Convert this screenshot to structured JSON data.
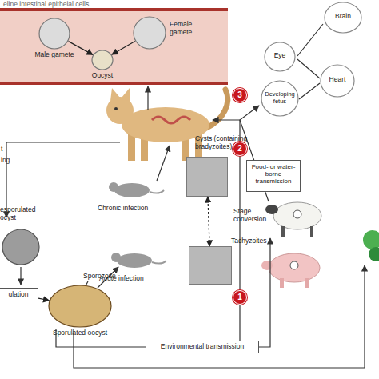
{
  "diagram": {
    "nodes": [
      {
        "text": [
          "eline intestinal epitheial cells"
        ]
      },
      {
        "text": [
          "Male gamete"
        ],
        "in": 0
      },
      {
        "text": [
          "Female gamete"
        ],
        "in": 0
      },
      {
        "text": [
          "Oocyst"
        ],
        "in": 0
      },
      {
        "text": [
          "Brain"
        ]
      },
      {
        "text": [
          "Eye"
        ]
      },
      {
        "text": [
          "Heart"
        ]
      },
      {
        "text": [
          "Developing fetus"
        ]
      },
      {
        "text": [
          "Cysts (containing bradyzoites)"
        ]
      },
      {
        "text": [
          "Food- or water-borne transmission"
        ]
      },
      {
        "text": [
          "esporulated ocyst"
        ]
      },
      {
        "text": [
          "Tachyzoites"
        ]
      },
      {
        "text": [
          "ulation"
        ]
      },
      {
        "text": [
          "Sporulated oocyst"
        ]
      },
      {
        "text": [
          "Environmental transmission"
        ]
      }
    ],
    "edges": [
      {
        "from": 1,
        "to": 3,
        "arrow": "to"
      },
      {
        "from": 2,
        "to": 3,
        "arrow": "to"
      },
      {
        "from": 11,
        "to": 8,
        "label": "Stage conversion",
        "arrow": "both"
      },
      {
        "from": 12,
        "to": 13,
        "arrow": "to"
      }
    ],
    "labels": [
      "Chronic infection",
      "Acute infection",
      "Sporozoite",
      "1",
      "2",
      "3",
      "t",
      "ing"
    ]
  }
}
